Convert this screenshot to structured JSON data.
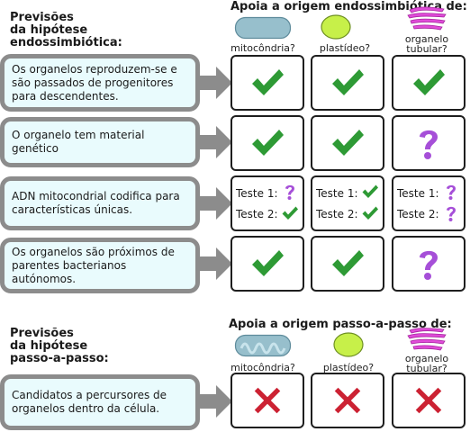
{
  "endo": {
    "left_title": [
      "Previsões",
      "da hipótese",
      "endossimbiótica:"
    ],
    "right_title": "Apoia a origem endossimbiótica de:",
    "organelles": [
      {
        "label": [
          "mitocôndria?"
        ],
        "icon": "smooth-blue-capsule"
      },
      {
        "label": [
          "plastídeo?"
        ],
        "icon": "green-oval"
      },
      {
        "label": [
          "organelo",
          "tubular?"
        ],
        "icon": "purple-tubular-organelle"
      }
    ],
    "predictions": [
      {
        "text": "Os organelos reproduzem-se e são passados de progenitores para descendentes.",
        "marks": [
          "check",
          "check",
          "check"
        ]
      },
      {
        "text": "O organelo tem material genético",
        "marks": [
          "check",
          "check",
          "question"
        ]
      },
      {
        "text": "ADN mitocondrial codifica para características únicas.",
        "marks": [
          "tests",
          "tests",
          "tests"
        ]
      },
      {
        "text": "Os organelos são próximos de parentes bacterianos autónomos.",
        "marks": [
          "check",
          "check",
          "question"
        ]
      }
    ],
    "tests": {
      "test1": "Teste 1:",
      "test2": "Teste 2:",
      "results": [
        {
          "t1": "question",
          "t2": "check"
        },
        {
          "t1": "check",
          "t2": "check"
        },
        {
          "t1": "question",
          "t2": "question"
        }
      ]
    }
  },
  "step": {
    "left_title": [
      "Previsões",
      "da hipótese",
      "passo-a-passo:"
    ],
    "right_title": "Apoia a origem passo-a-passo de:",
    "organelles": [
      {
        "label": [
          "mitocôndria?"
        ],
        "icon": "blue-capsule-with-cristae"
      },
      {
        "label": [
          "plastídeo?"
        ],
        "icon": "green-oval"
      },
      {
        "label": [
          "organelo",
          "tubular?"
        ],
        "icon": "purple-tubular-organelle"
      }
    ],
    "predictions": [
      {
        "text": "Candidatos a percursores de organelos dentro da célula.",
        "marks": [
          "cross",
          "cross",
          "cross"
        ]
      }
    ]
  },
  "colors": {
    "check": "#2e9a35",
    "question": "#a64fd8",
    "cross": "#cc2233",
    "box_fill": "#e9fbfd",
    "box_border": "#8c8c8c"
  }
}
